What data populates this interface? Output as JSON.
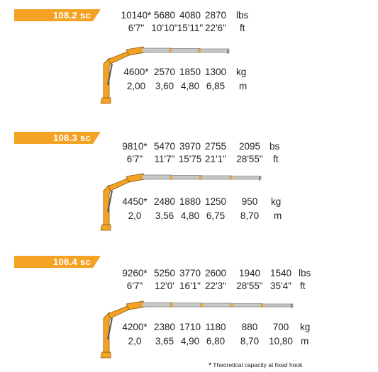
{
  "colors": {
    "accent": "#f4a224",
    "boom": "#f4a224",
    "extension": "#c8c8c8"
  },
  "models": [
    {
      "name": "108.2 sc",
      "lbs_values": [
        "10140*",
        "5680",
        "4080",
        "2870"
      ],
      "lbs_unit": "lbs",
      "ft_values": [
        "6'7\"",
        "10'10\"",
        "15'11\"",
        "22'6\""
      ],
      "ft_unit": "ft",
      "kg_values": [
        "4600*",
        "2570",
        "1850",
        "1300"
      ],
      "kg_unit": "kg",
      "m_values": [
        "2,00",
        "3,60",
        "4,80",
        "6,85"
      ],
      "m_unit": "m"
    },
    {
      "name": "108.3 sc",
      "lbs_values": [
        "9810*",
        "5470",
        "3970",
        "2755",
        "2095"
      ],
      "lbs_unit": "bs",
      "ft_values": [
        "6'7\"",
        "11'7\"",
        "15'75",
        "21'1\"",
        "28'55\""
      ],
      "ft_unit": "ft",
      "kg_values": [
        "4450*",
        "2480",
        "1880",
        "1250",
        "950"
      ],
      "kg_unit": "kg",
      "m_values": [
        "2,0",
        "3,56",
        "4,80",
        "6,75",
        "8,70"
      ],
      "m_unit": "m"
    },
    {
      "name": "108.4 sc",
      "lbs_values": [
        "9260*",
        "5250",
        "3770",
        "2600",
        "1940",
        "1540"
      ],
      "lbs_unit": "lbs",
      "ft_values": [
        "6'7\"",
        "12'0'",
        "16'1\"",
        "22'3\"",
        "28'55\"",
        "35'4\""
      ],
      "ft_unit": "ft",
      "kg_values": [
        "4200*",
        "2380",
        "1710",
        "1180",
        "880",
        "700"
      ],
      "kg_unit": "kg",
      "m_values": [
        "2,0",
        "3,65",
        "4,90",
        "6,80",
        "8,70",
        "10,80"
      ],
      "m_unit": "m"
    }
  ],
  "footnote": {
    "star": "*",
    "text": "Theoretical capacity at fixed hook"
  }
}
